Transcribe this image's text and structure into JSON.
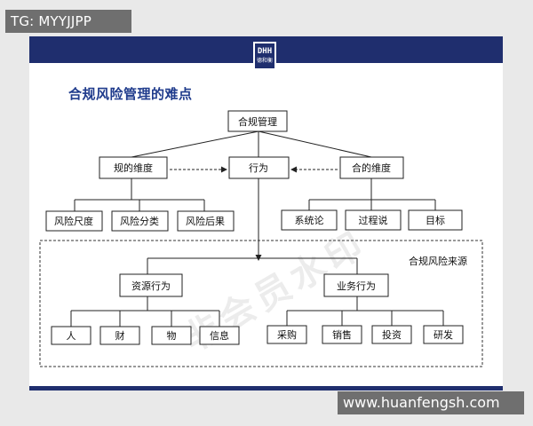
{
  "overlay": {
    "tg_label": "TG: MYYJJPP",
    "url_label": "www.huanfengsh.com"
  },
  "slide": {
    "title": "合规风险管理的难点",
    "logo_text": "DHH",
    "logo_sub": "德和衡",
    "ghost_watermark": "非会员水印",
    "colors": {
      "brand": "#1f2e6e",
      "title": "#1f3b8c"
    }
  },
  "diagram": {
    "root": "合规管理",
    "level2": [
      "规的维度",
      "行为",
      "合的维度"
    ],
    "gui_children": [
      "风险尺度",
      "风险分类",
      "风险后果"
    ],
    "he_children": [
      "系统论",
      "过程说",
      "目标"
    ],
    "source_label": "合规风险来源",
    "source_groups": [
      "资源行为",
      "业务行为"
    ],
    "resource_children": [
      "人",
      "财",
      "物",
      "信息"
    ],
    "business_children": [
      "采购",
      "销售",
      "投资",
      "研发"
    ]
  }
}
